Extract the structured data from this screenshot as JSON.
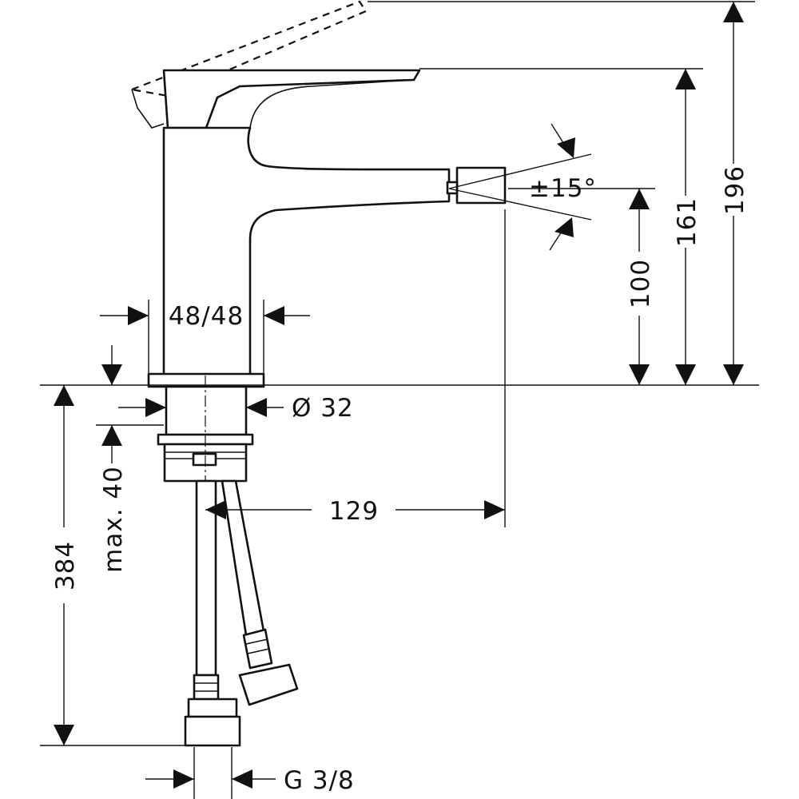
{
  "dimensions": {
    "spray_angle": "±15°",
    "total_height": "196",
    "spout_top_height": "161",
    "spout_height": "100",
    "body_size": "48/48",
    "shank_diameter": "Ø 32",
    "spout_reach": "129",
    "max_deck_thickness": "max. 40",
    "hose_length": "384",
    "connection_thread": "G 3/8"
  }
}
